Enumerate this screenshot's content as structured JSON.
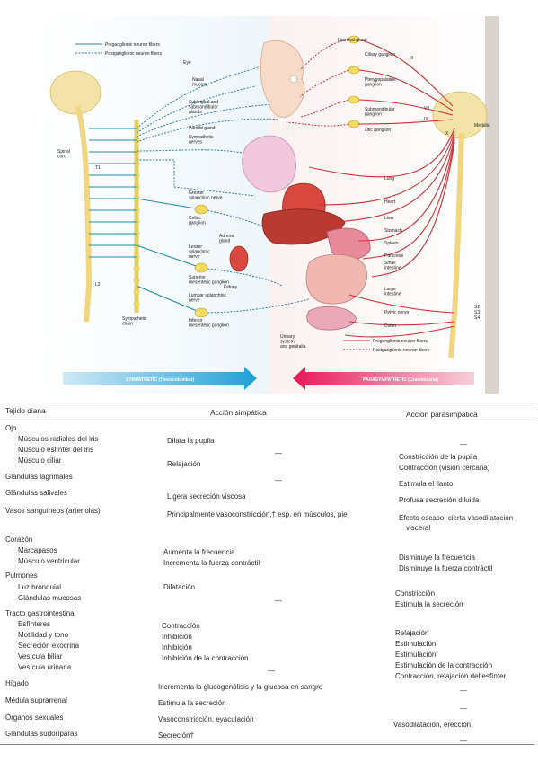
{
  "figure": {
    "legend_top": {
      "preganglionic": "Preganglionic neuron fibers",
      "postganglionic": "Postganglionic neuron fibers"
    },
    "legend_bottom": {
      "preganglionic": "Preganglionic neuron fibers",
      "postganglionic": "Postganglionic neuron fibers"
    },
    "banners": {
      "sympathetic": "SYMPATHETIC (Thoracolumbar)",
      "parasympathetic": "PARASYMPATHETIC (Craniosacral)"
    },
    "left_labels": {
      "spinal_cord": "Spinal\ncord",
      "t1": "T1",
      "l2": "L2",
      "sympathetic_chain": "Sympathetic\nchain"
    },
    "center_labels": {
      "eye": "Eye",
      "nasal_mucosa": "Nasal\nmucosa",
      "sublingual": "Sublingual and\nsubmandibular\nglands",
      "parotid": "Parotid gland",
      "sympathetic_nerves": "Sympathetic\nnerves",
      "greater_splanchnic": "Greater\nsplanchnic nerve",
      "celiac": "Celiac\nganglion",
      "adrenal": "Adrenal\ngland",
      "kidney": "Kidney",
      "lesser_splanchnic": "Lesser\nsplanchnic\nnerve",
      "superior_mesenteric": "Superior\nmesenteric ganglion",
      "lumbar_splanchnic": "Lumbar splanchnic\nnerve",
      "inferior_mesenteric": "Inferior\nmesenteric ganglion",
      "urinary": "Urinary\nsystem\nand genitalia"
    },
    "right_labels": {
      "lacrimal": "Lacrimal gland",
      "ciliary": "Ciliary ganglion",
      "pterygopalatine": "Pterygopalatine\nganglion",
      "submandibular": "Submandibular\nganglion",
      "otic": "Otic ganglion",
      "iii": "III",
      "vii": "VII",
      "ix": "IX",
      "x": "X",
      "medulla": "Medulla",
      "s2": "S2",
      "s3": "S3",
      "s4": "S4",
      "lung": "Lung",
      "heart": "Heart",
      "liver": "Liver",
      "stomach": "Stomach",
      "spleen": "Spleen",
      "pancreas": "Pancreas",
      "small_intestine": "Small\nintestine",
      "large_intestine": "Large\nintestine",
      "pelvic_nerve": "Pelvic nerve",
      "colon": "Colon"
    }
  },
  "table": {
    "headers": {
      "target": "Tejido diana",
      "sympathetic": "Acción simpática",
      "parasympathetic": "Acción parasimpática"
    },
    "rows": [
      {
        "tissue": "Ojo"
      },
      {
        "tissue": "Músculos radiales del iris",
        "sym": "Dilata la pupila",
        "para": "—"
      },
      {
        "tissue": "Músculo esfínter del iris",
        "sym": "—",
        "para": "Constricción de la pupila"
      },
      {
        "tissue": "Músculo ciliar",
        "sym": "Relajación",
        "para": "Contracción (visión cercana)"
      },
      {
        "tissue": "Glándulas lagrimales",
        "sym": "—",
        "para": "Estimula el llanto"
      },
      {
        "tissue": "Glándulas salivales",
        "sym": "Ligera secreción viscosa",
        "para": "Profusa secreción diluida"
      },
      {
        "tissue": "Vasos sanguíneos (arteriolas)",
        "sym": "Principalmente vasoconstricción,† esp. en músculos, piel",
        "para": "Efecto escaso, cierta vasodilatación",
        "para2": "visceral"
      },
      {
        "tissue": "Corazón"
      },
      {
        "tissue": "Marcapasos",
        "sym": "Aumenta la frecuencia",
        "para": "Disminuye la frecuencia"
      },
      {
        "tissue": "Músculo ventricular",
        "sym": "Incrementa la fuerza contráctil",
        "para": "Disminuye la fuerza contráctil"
      },
      {
        "tissue": "Pulmones"
      },
      {
        "tissue": "Luz bronquial",
        "sym": "Dilatación",
        "para": "Constricción"
      },
      {
        "tissue": "Glándulas mucosas",
        "sym": "—",
        "para": "Estimula la secreción"
      },
      {
        "tissue": "Tracto gastrointestinal"
      },
      {
        "tissue": "Esfínteres",
        "sym": "Contracción",
        "para": "Relajación"
      },
      {
        "tissue": "Motilidad y tono",
        "sym": "Inhibición",
        "para": "Estimulación"
      },
      {
        "tissue": "Secreción exocrina",
        "sym": "Inhibición",
        "para": "Estimulación"
      },
      {
        "tissue": "Vesícula biliar",
        "sym": "Inhibición de la contracción",
        "para": "Estimulación de la contracción"
      },
      {
        "tissue": "Vesícula urinaria",
        "sym": "—",
        "para": "Contracción, relajación del esfínter"
      },
      {
        "tissue": "Hígado",
        "sym": "Incrementa la glucogenólisis y la glucosa en sangre",
        "para": "—"
      },
      {
        "tissue": "Médula suprarrenal",
        "sym": "Estimula la secreción",
        "para": "—"
      },
      {
        "tissue": "Órganos sexuales",
        "sym": "Vasoconstricción, eyaculación",
        "para": "Vasodilatación, erección"
      },
      {
        "tissue": "Glándulas sudoríparas",
        "sym": "Secreción†",
        "para": "—"
      }
    ]
  }
}
